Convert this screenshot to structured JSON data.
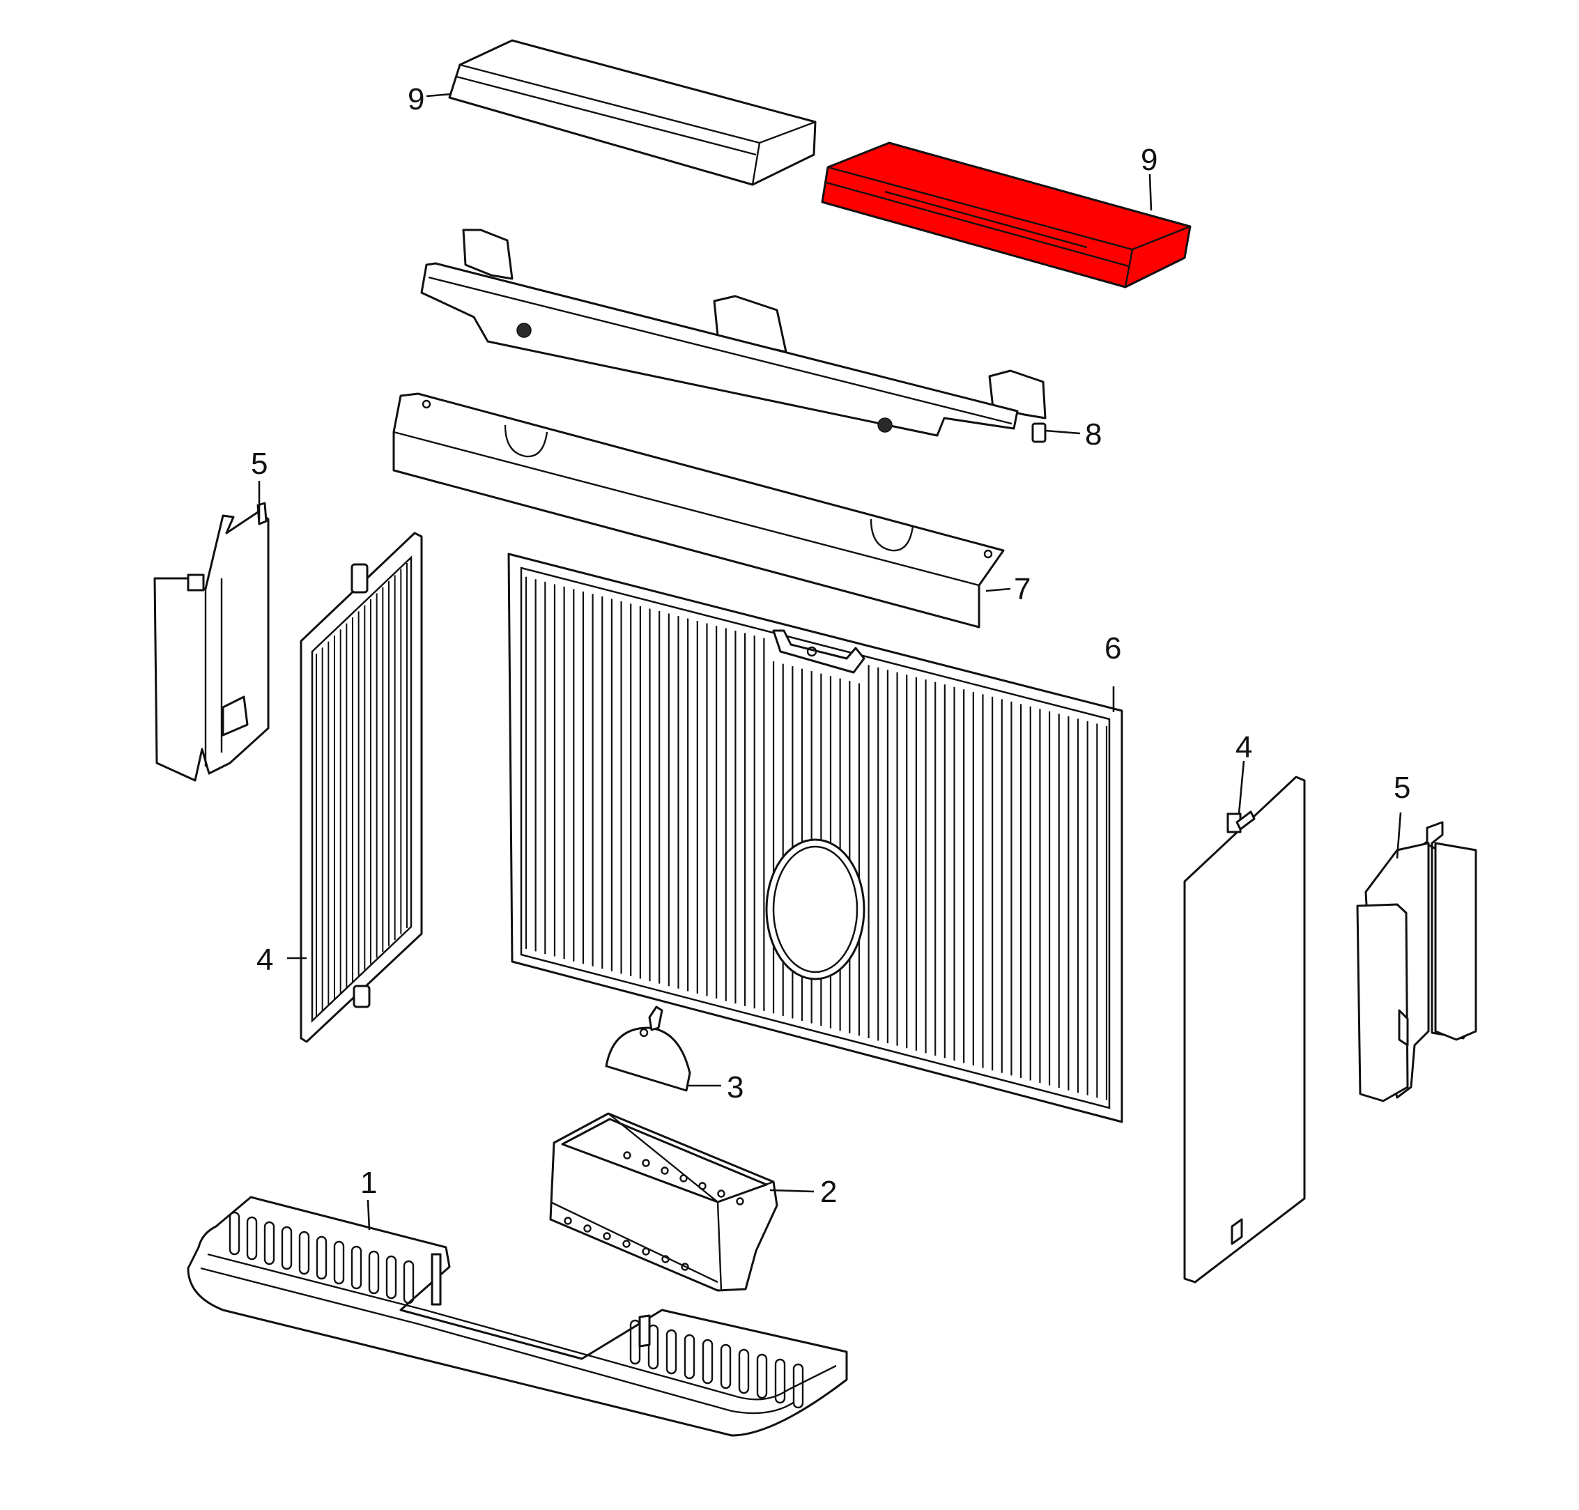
{
  "diagram": {
    "highlight_color": "#ff0000",
    "callouts": [
      {
        "id": "c9a",
        "label": "9",
        "part": "baffle-brick-left"
      },
      {
        "id": "c9b",
        "label": "9",
        "part": "baffle-brick-right-highlighted"
      },
      {
        "id": "c8",
        "label": "8",
        "part": "baffle-support-bracket"
      },
      {
        "id": "c7",
        "label": "7",
        "part": "baffle-plate"
      },
      {
        "id": "c6",
        "label": "6",
        "part": "back-panel"
      },
      {
        "id": "c5a",
        "label": "5",
        "part": "side-bracket-left"
      },
      {
        "id": "c5b",
        "label": "5",
        "part": "side-bracket-right"
      },
      {
        "id": "c4a",
        "label": "4",
        "part": "side-panel-left"
      },
      {
        "id": "c4b",
        "label": "4",
        "part": "side-panel-right"
      },
      {
        "id": "c3",
        "label": "3",
        "part": "ash-shovel"
      },
      {
        "id": "c2",
        "label": "2",
        "part": "ash-pan"
      },
      {
        "id": "c1",
        "label": "1",
        "part": "grate"
      }
    ]
  }
}
